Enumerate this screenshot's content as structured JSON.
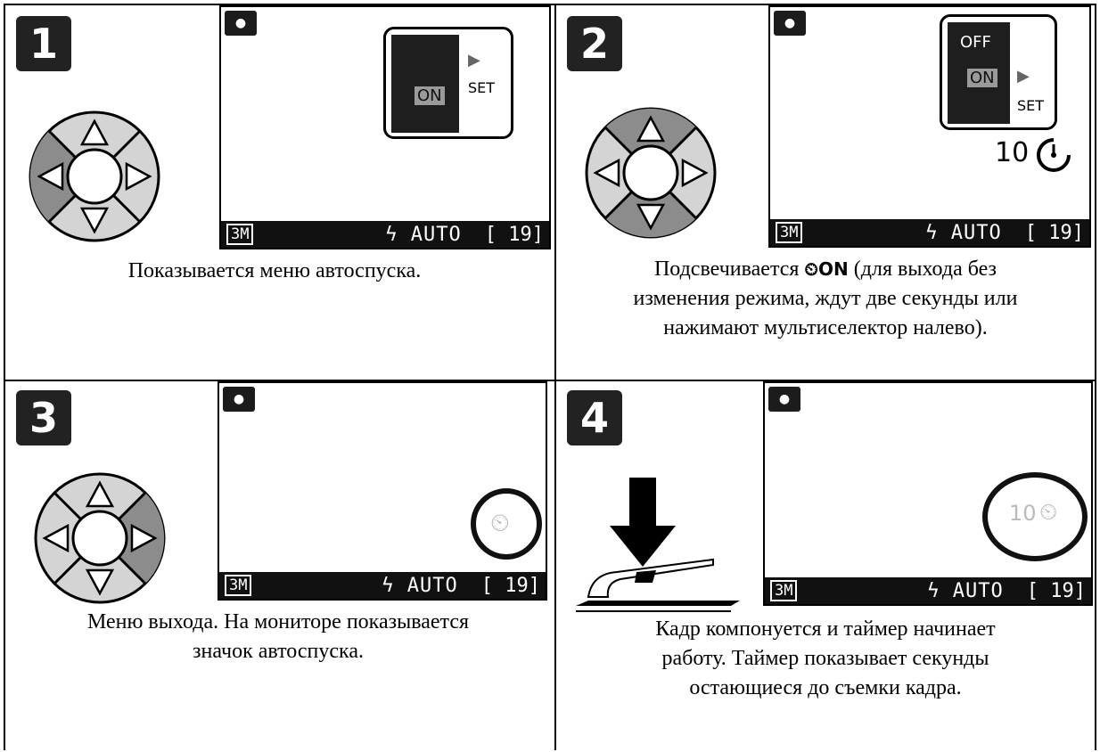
{
  "steps": [
    {
      "number": "1",
      "caption_lines": [
        "Показывается меню автоспуска."
      ],
      "screen": {
        "mode_icon": "camera-icon",
        "resolution": "3M",
        "flash": "AUTO",
        "frames": "[ 19]"
      },
      "menu": {
        "selected": "ON",
        "arrow": "▶",
        "set": "SET"
      },
      "dpad_pressed": "left"
    },
    {
      "number": "2",
      "caption_lines": [
        "Подсвечивается",
        "ON",
        "(для выхода без",
        "изменения режима, ждут две секунды или",
        "нажимают мультиселектор налево)."
      ],
      "screen": {
        "mode_icon": "camera-icon",
        "resolution": "3M",
        "flash": "AUTO",
        "frames": "[ 19]"
      },
      "menu": {
        "off": "OFF",
        "selected": "ON",
        "arrow": "▶",
        "set": "SET"
      },
      "timer_value": "10",
      "dpad_pressed": "up-down"
    },
    {
      "number": "3",
      "caption_lines": [
        "Меню выхода. На мониторе показывается",
        "значок автоспуска."
      ],
      "screen": {
        "mode_icon": "camera-icon",
        "resolution": "3M",
        "flash": "AUTO",
        "frames": "[ 19]"
      },
      "dpad_pressed": "right"
    },
    {
      "number": "4",
      "caption_lines": [
        "Кадр компонуется и таймер начинает",
        "работу. Таймер показывает секунды",
        "остающиеся до съемки кадра."
      ],
      "screen": {
        "mode_icon": "camera-icon",
        "resolution": "3M",
        "flash": "AUTO",
        "frames": "[ 19]"
      },
      "timer_value": "10"
    }
  ]
}
